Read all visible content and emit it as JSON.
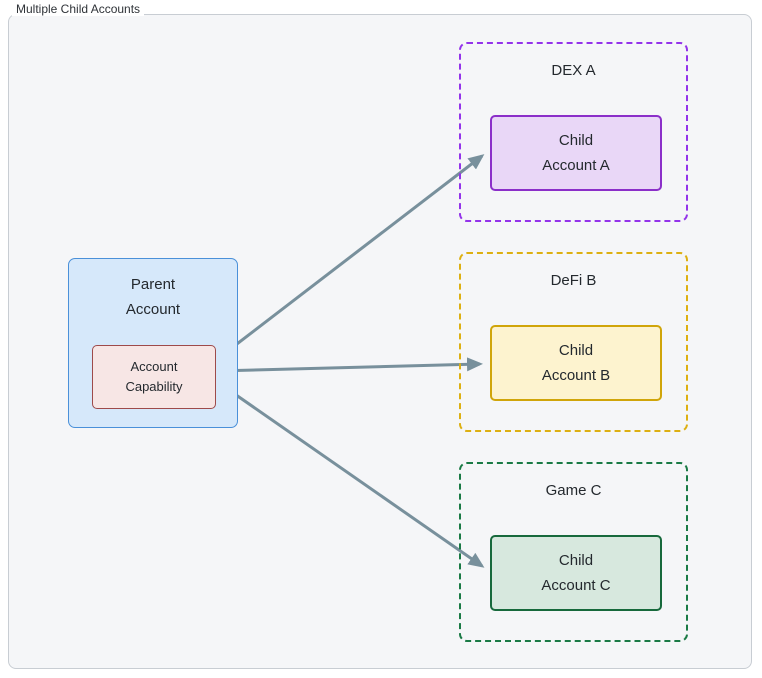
{
  "diagram": {
    "title": "Multiple Child Accounts",
    "parent": {
      "label": "Parent Account",
      "capability": "Account Capability"
    },
    "groups": [
      {
        "name": "DEX A",
        "child_label": "Child Account A"
      },
      {
        "name": "DeFi B",
        "child_label": "Child Account B"
      },
      {
        "name": "Game C",
        "child_label": "Child Account C"
      }
    ],
    "colors": {
      "frame_fill": "#f5f6f8",
      "parent_fill": "#d6e8fa",
      "parent_border": "#4a90d9",
      "capability_fill": "#f7e6e5",
      "capability_border": "#9e4a4a",
      "dex_accent": "#9333ea",
      "dex_fill": "#e9d7f7",
      "defi_accent": "#ddb012",
      "defi_fill": "#fdf3cf",
      "game_accent": "#1a7a45",
      "game_fill": "#d7e8de",
      "arrow": "#78909c"
    }
  }
}
